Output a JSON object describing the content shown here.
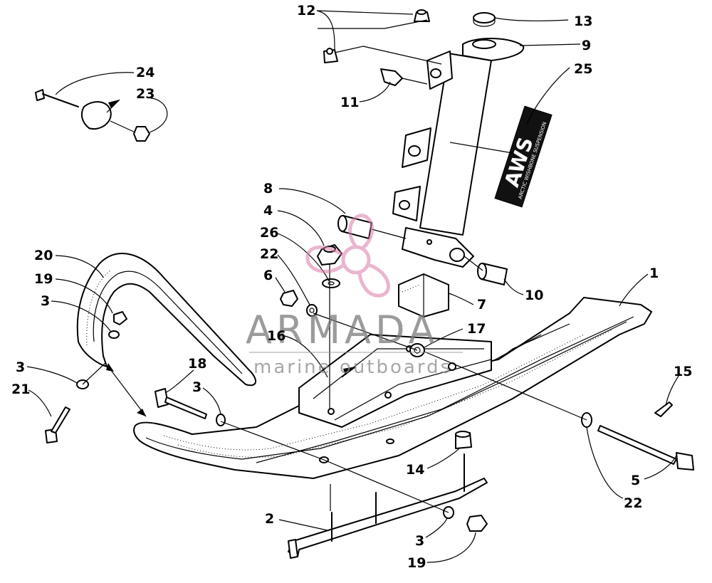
{
  "callouts": [
    {
      "id": "c12",
      "label": "12"
    },
    {
      "id": "c13",
      "label": "13"
    },
    {
      "id": "c9",
      "label": "9"
    },
    {
      "id": "c25",
      "label": "25"
    },
    {
      "id": "c11",
      "label": "11"
    },
    {
      "id": "c24",
      "label": "24"
    },
    {
      "id": "c23",
      "label": "23"
    },
    {
      "id": "c8",
      "label": "8"
    },
    {
      "id": "c4",
      "label": "4"
    },
    {
      "id": "c26",
      "label": "26"
    },
    {
      "id": "c22a",
      "label": "22"
    },
    {
      "id": "c6",
      "label": "6"
    },
    {
      "id": "c20",
      "label": "20"
    },
    {
      "id": "c19a",
      "label": "19"
    },
    {
      "id": "c3a",
      "label": "3"
    },
    {
      "id": "c1",
      "label": "1"
    },
    {
      "id": "c7",
      "label": "7"
    },
    {
      "id": "c10",
      "label": "10"
    },
    {
      "id": "c16",
      "label": "16"
    },
    {
      "id": "c17",
      "label": "17"
    },
    {
      "id": "c3b",
      "label": "3"
    },
    {
      "id": "c21",
      "label": "21"
    },
    {
      "id": "c18",
      "label": "18"
    },
    {
      "id": "c3c",
      "label": "3"
    },
    {
      "id": "c15",
      "label": "15"
    },
    {
      "id": "c14",
      "label": "14"
    },
    {
      "id": "c5",
      "label": "5"
    },
    {
      "id": "c22b",
      "label": "22"
    },
    {
      "id": "c2",
      "label": "2"
    },
    {
      "id": "c3d",
      "label": "3"
    },
    {
      "id": "c19b",
      "label": "19"
    }
  ],
  "watermark": {
    "brand": "ARMADA",
    "tagline": "marine outboards"
  },
  "decal": {
    "brand": "AWS",
    "subtitle": "ARCTIC WISHBONE SUSPENSION"
  }
}
